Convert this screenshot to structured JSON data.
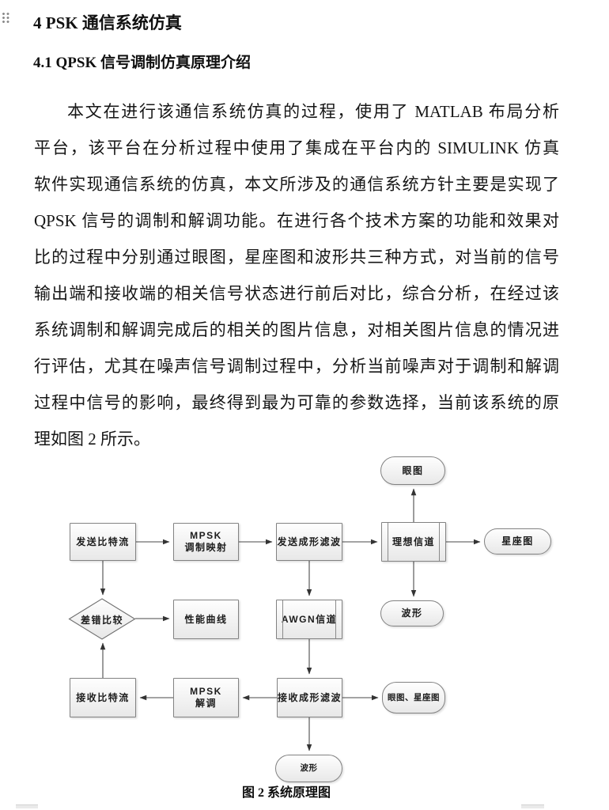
{
  "doc": {
    "heading1": "4 PSK 通信系统仿真",
    "heading2": "4.1 QPSK 信号调制仿真原理介绍",
    "paragraph_lines": [
      "本文在进行该通信系统仿真的过程，使用了 MATLAB 布局分析",
      "平台，该平台在分析过程中使用了集成在平台内的 SIMULINK 仿真",
      "软件实现通信系统的仿真，本文所涉及的通信系统方针主要是实现了",
      "QPSK 信号的调制和解调功能。在进行各个技术方案的功能和效果对",
      "比的过程中分别通过眼图，星座图和波形共三种方式，对当前的信号",
      "输出端和接收端的相关信号状态进行前后对比，综合分析，在经过该",
      "系统调制和解调完成后的相关的图片信息，对相关图片信息的情况进",
      "行评估，尤其在噪声信号调制过程中，分析当前噪声对于调制和解调",
      "过程中信号的影响，最终得到最为可靠的参数选择，当前该系统的原",
      "理如图 2 所示。"
    ],
    "figure_caption": "图 2 系统原理图"
  },
  "icons": {
    "drag_handle": "drag-handle-dots"
  },
  "diagram": {
    "nodes": {
      "send_bits": "发送比特流",
      "mpsk_mod_line1": "MPSK",
      "mpsk_mod_line2": "调制映射",
      "tx_filter": "发送成形滤波",
      "ideal_channel": "理想信道",
      "eye": "眼图",
      "constellation": "星座图",
      "waveform_right": "波形",
      "error_compare": "差错比较",
      "perf_curve": "性能曲线",
      "awgn_channel": "AWGN信道",
      "rx_bits": "接收比特流",
      "mpsk_demod_line1": "MPSK",
      "mpsk_demod_line2": "解调",
      "rx_filter": "接收成形滤波",
      "eye_constellation": "眼图、星座图",
      "waveform_bottom": "波形"
    },
    "palette": {
      "shape_fill_top": "#fefefe",
      "shape_fill_bottom": "#e8e8e8",
      "shape_border": "#828282",
      "arrow": "#444444"
    }
  }
}
